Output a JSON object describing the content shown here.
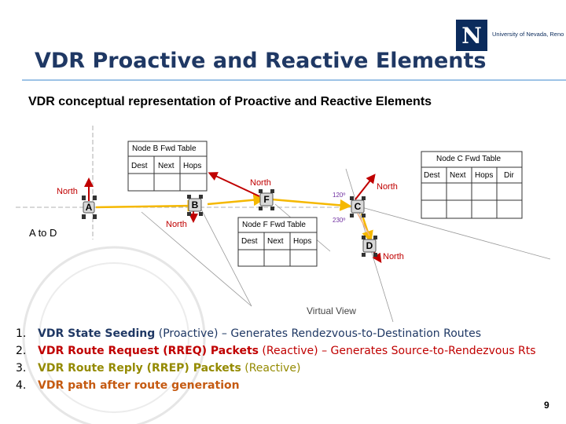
{
  "header": {
    "title": "VDR Proactive and Reactive Elements",
    "logo_letter": "N",
    "logo_text": "University of Nevada, Reno"
  },
  "subtitle": "VDR conceptual representation of Proactive and Reactive Elements",
  "diagram": {
    "nodes": {
      "a": "A",
      "b": "B",
      "c": "C",
      "d": "D",
      "f": "F"
    },
    "labels": {
      "north_left": "North",
      "a_to_d": "A to D",
      "north_b": "North",
      "north_f": "North",
      "north_c": "North",
      "north_d": "North",
      "angle_120": "120º",
      "angle_230": "230º",
      "virtual_view": "Virtual View"
    },
    "tables": {
      "node_b": {
        "caption": "Node B Fwd Table",
        "headers": [
          "Dest",
          "Next",
          "Hops"
        ]
      },
      "node_c": {
        "caption": "Node C Fwd Table",
        "headers": [
          "Dest",
          "Next",
          "Hops",
          "Dir"
        ]
      },
      "node_f": {
        "caption": "Node F Fwd Table",
        "headers": [
          "Dest",
          "Next",
          "Hops"
        ]
      }
    },
    "colors": {
      "node_fill": "#d9d9d9",
      "proactive_arrow": "#c00000",
      "rreq_arrow": "#f4b183",
      "rrep_arrow": "#bdd7ee",
      "path_arrow": "#f5b800"
    }
  },
  "list": [
    {
      "num": "1.",
      "bold": "VDR State Seeding",
      "rest": " (Proactive) – Generates Rendezvous-to-Destination Routes"
    },
    {
      "num": "2.",
      "bold": "VDR Route Request (RREQ) Packets",
      "rest": " (Reactive) – Generates Source-to-Rendezvous Rts"
    },
    {
      "num": "3.",
      "bold": "VDR Route Reply (RREP) Packets",
      "rest": " (Reactive)"
    },
    {
      "num": "4.",
      "bold": "VDR path after route generation",
      "rest": ""
    }
  ],
  "page_number": "9"
}
